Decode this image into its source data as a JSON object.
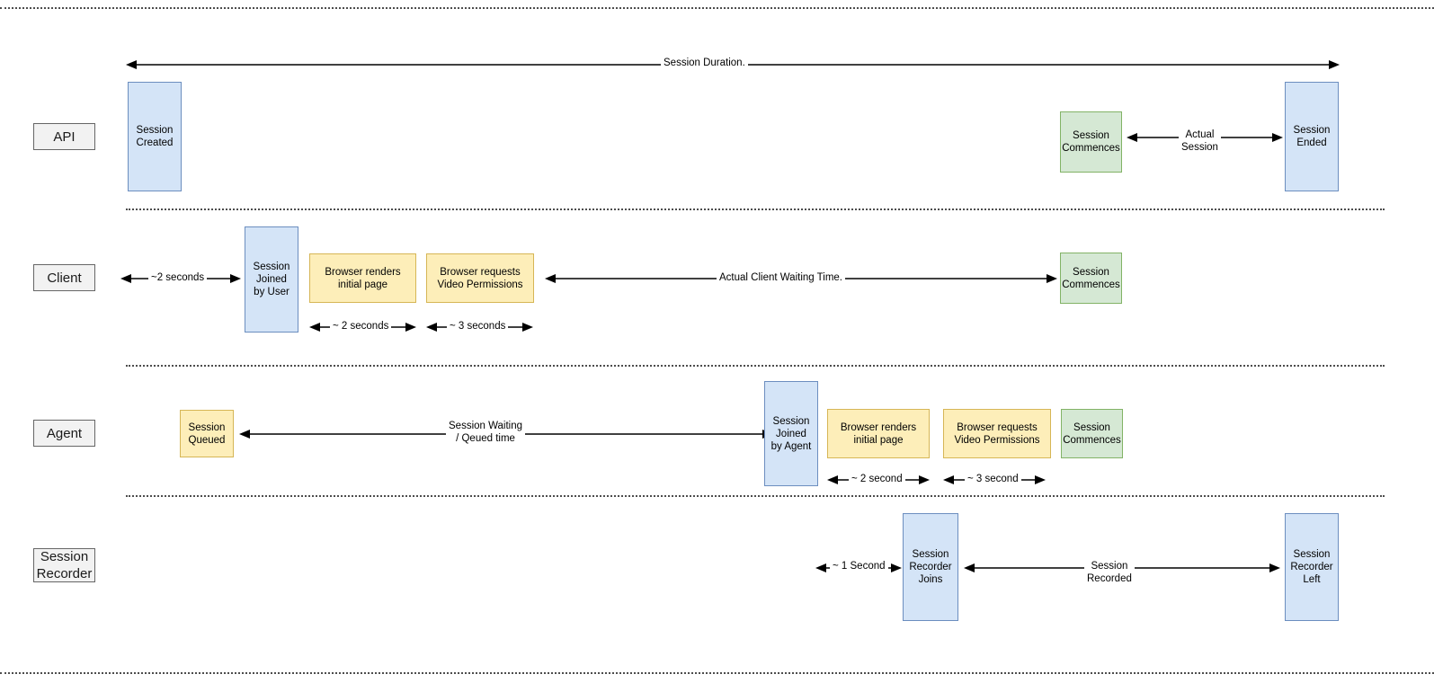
{
  "diagram": {
    "title": "Session lifecycle swimlane timeline",
    "colors": {
      "blue_fill": "#d4e4f7",
      "blue_stroke": "#6c8ebf",
      "yellow_fill": "#fdeeb9",
      "yellow_stroke": "#d6b656",
      "green_fill": "#d5e8d4",
      "green_stroke": "#82b366",
      "label_fill": "#f2f2f2",
      "label_stroke": "#666666",
      "line": "#000000",
      "dotted": "#4d4d4d"
    }
  },
  "top_timeline": {
    "label": "Session Duration."
  },
  "lanes": [
    {
      "id": "api",
      "label": "API"
    },
    {
      "id": "client",
      "label": "Client"
    },
    {
      "id": "agent",
      "label": "Agent"
    },
    {
      "id": "recorder",
      "label": "Session\nRecorder",
      "label_line1": "Session",
      "label_line2": "Recorder"
    }
  ],
  "api_row": {
    "session_created": {
      "line1": "Session",
      "line2": "Created"
    },
    "session_commences": {
      "line1": "Session",
      "line2": "Commences"
    },
    "session_ended": {
      "line1": "Session",
      "line2": "Ended"
    },
    "actual_session_label": {
      "line1": "Actual",
      "line2": "Session"
    }
  },
  "client_row": {
    "pre_join_label": "~2 seconds",
    "session_joined": {
      "line1": "Session",
      "line2": "Joined",
      "line3": "by User"
    },
    "browser_renders": {
      "line1": "Browser renders",
      "line2": "initial page"
    },
    "browser_permissions": {
      "line1": "Browser requests",
      "line2": "Video Permissions"
    },
    "renders_duration_label": "~ 2 seconds",
    "permissions_duration_label": "~ 3 seconds",
    "waiting_label": "Actual Client Waiting Time.",
    "session_commences": {
      "line1": "Session",
      "line2": "Commences"
    }
  },
  "agent_row": {
    "session_queued": {
      "line1": "Session",
      "line2": "Queued"
    },
    "queue_label": {
      "line1": "Session Waiting",
      "line2": "/ Qeued time"
    },
    "session_joined": {
      "line1": "Session",
      "line2": "Joined",
      "line3": "by Agent"
    },
    "browser_renders": {
      "line1": "Browser renders",
      "line2": "initial page"
    },
    "browser_permissions": {
      "line1": "Browser requests",
      "line2": "Video Permissions"
    },
    "renders_duration_label": "~ 2 second",
    "permissions_duration_label": "~ 3 second",
    "session_commences": {
      "line1": "Session",
      "line2": "Commences"
    }
  },
  "recorder_row": {
    "pre_join_label": "~ 1 Second",
    "recorder_joins": {
      "line1": "Session",
      "line2": "Recorder",
      "line3": "Joins"
    },
    "recorded_label": {
      "line1": "Session",
      "line2": "Recorded"
    },
    "recorder_left": {
      "line1": "Session",
      "line2": "Recorder",
      "line3": "Left"
    }
  }
}
